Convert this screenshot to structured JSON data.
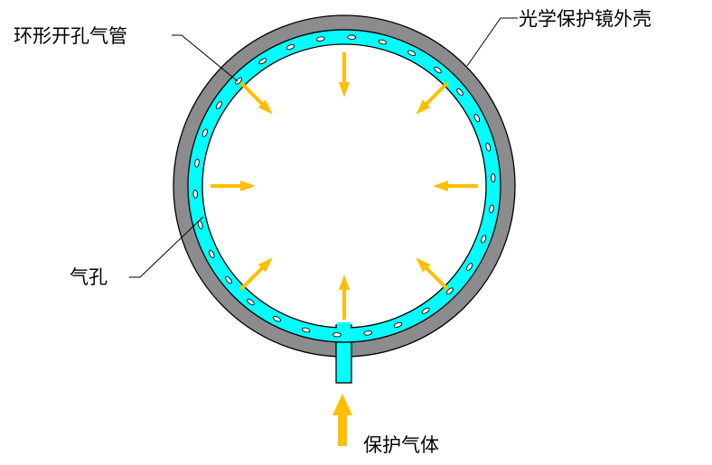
{
  "labels": {
    "ring_pipe": "环形开孔气管",
    "shell": "光学保护镜外壳",
    "hole": "气孔",
    "gas": "保护气体"
  },
  "colors": {
    "shell": "#8c8c8e",
    "pipe": "#00ffff",
    "arrow": "#ffbf00",
    "line": "#000000",
    "background": "#ffffff"
  },
  "counts": {
    "holes": 30,
    "inward_arrows": 8
  }
}
